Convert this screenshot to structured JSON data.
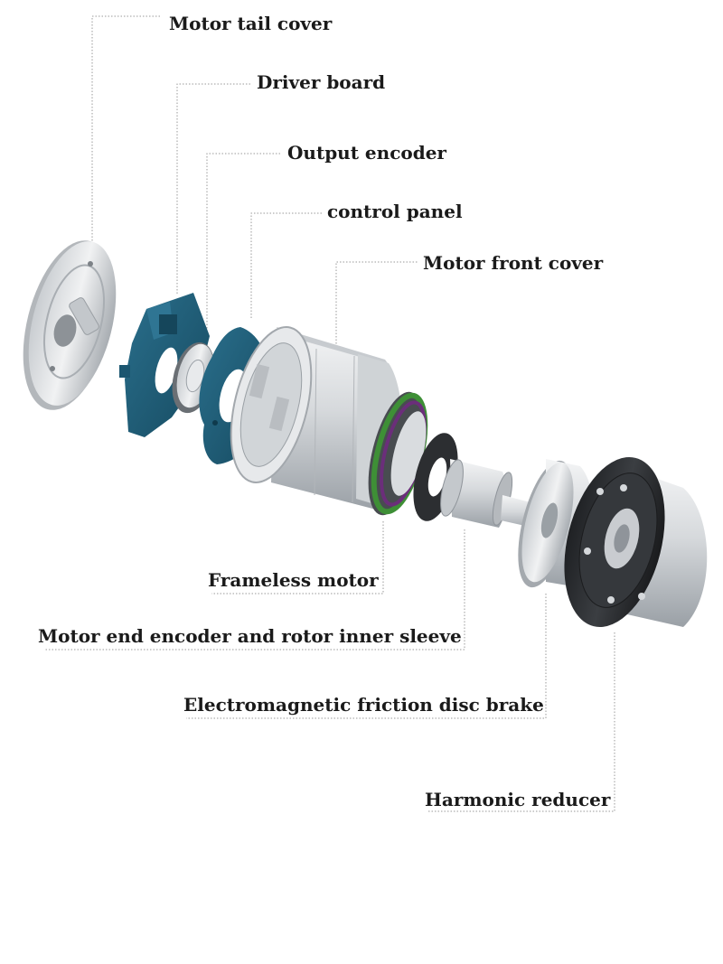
{
  "labels": {
    "motor_tail_cover": "Motor tail cover",
    "driver_board": "Driver board",
    "output_encoder": "Output encoder",
    "control_panel": "control panel",
    "motor_front_cover": "Motor front cover",
    "frameless_motor": "Frameless motor",
    "motor_end_encoder": "Motor end encoder and rotor inner sleeve",
    "brake": "Electromagnetic friction disc brake",
    "harmonic_reducer": "Harmonic reducer"
  },
  "colors": {
    "board_teal": "#1d5a74",
    "metal_light": "#e4e6e8",
    "metal_mid": "#b8bcc0",
    "metal_dark": "#7d8287",
    "reducer_black": "#2a2c2f",
    "winding_green": "#3e8f36",
    "winding_purple": "#6b2e7a"
  }
}
